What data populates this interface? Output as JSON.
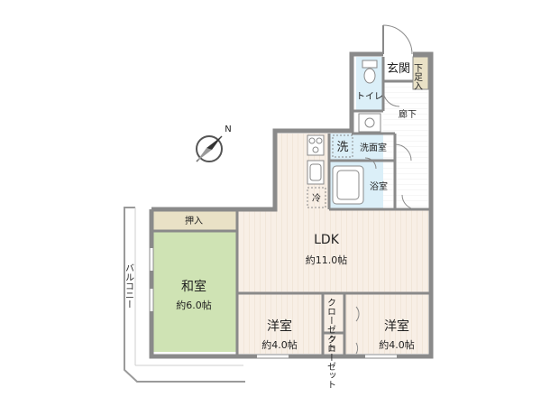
{
  "compass": {
    "north_label": "N"
  },
  "rooms": {
    "ldk": {
      "name": "LDK",
      "size": "約11.0帖"
    },
    "washitsu": {
      "name": "和室",
      "size": "約6.0帖"
    },
    "youshitsu_left": {
      "name": "洋室",
      "size": "約4.0帖"
    },
    "youshitsu_right": {
      "name": "洋室",
      "size": "約4.0帖"
    },
    "oshiire": {
      "name": "押入"
    },
    "genkan": {
      "name": "玄関"
    },
    "getabako": {
      "name": "下足入"
    },
    "toilet": {
      "name": "トイレ"
    },
    "rouka": {
      "name": "廊下"
    },
    "senmenshitsu": {
      "name": "洗面室"
    },
    "sentakuki": {
      "name": "洗"
    },
    "yokushitsu": {
      "name": "浴室"
    },
    "reizouko": {
      "name": "冷"
    },
    "closet_top": {
      "name": "クローゼット"
    },
    "closet_bottom": {
      "name": "クローゼット"
    },
    "balcony": {
      "name": "バルコニー"
    }
  },
  "colors": {
    "wall": "#8a8a8a",
    "tatami": "#cfe3b4",
    "wood_floor": "#f7eee4",
    "wet_area": "#dbeff8",
    "oshiire_fill": "#e9e1c6",
    "hall_floor": "#ffffff"
  }
}
